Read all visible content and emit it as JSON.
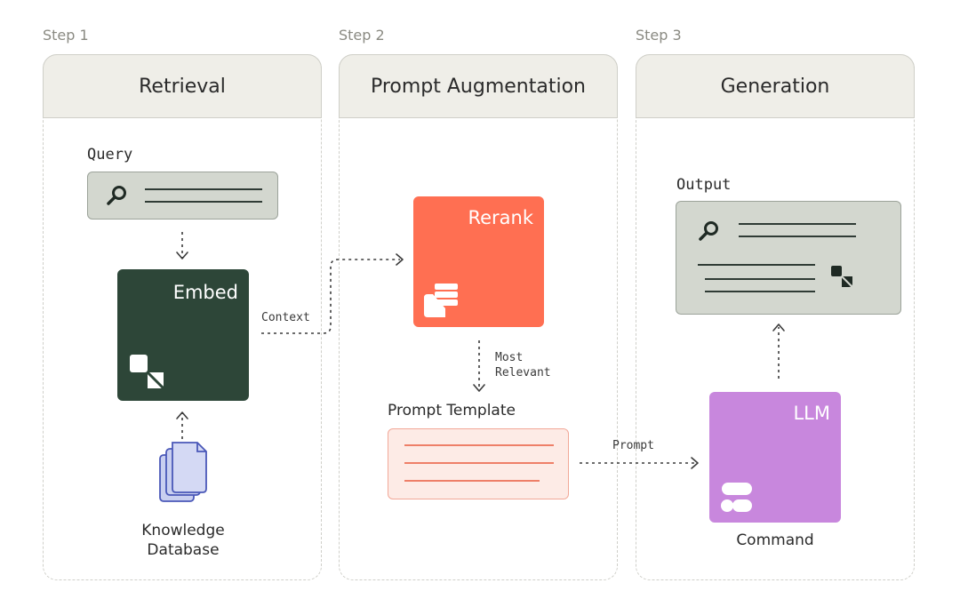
{
  "steps": [
    {
      "step_label": "Step 1",
      "title": "Retrieval"
    },
    {
      "step_label": "Step 2",
      "title": "Prompt Augmentation"
    },
    {
      "step_label": "Step 3",
      "title": "Generation"
    }
  ],
  "retrieval": {
    "query_label": "Query",
    "embed_title": "Embed",
    "knowledge_line1": "Knowledge",
    "knowledge_line2": "Database"
  },
  "augmentation": {
    "rerank_title": "Rerank",
    "most_line1": "Most",
    "most_line2": "Relevant",
    "template_label": "Prompt Template"
  },
  "generation": {
    "output_label": "Output",
    "llm_title": "LLM",
    "command_label": "Command"
  },
  "edges": {
    "context_label": "Context",
    "prompt_label": "Prompt"
  },
  "colors": {
    "embed": "#2d4638",
    "rerank": "#ff6f52",
    "llm": "#c887dd",
    "query_box": "#d3d7cf",
    "template_box": "#fdebe6",
    "template_border": "#f2a898",
    "docs": "#c9cff0"
  }
}
